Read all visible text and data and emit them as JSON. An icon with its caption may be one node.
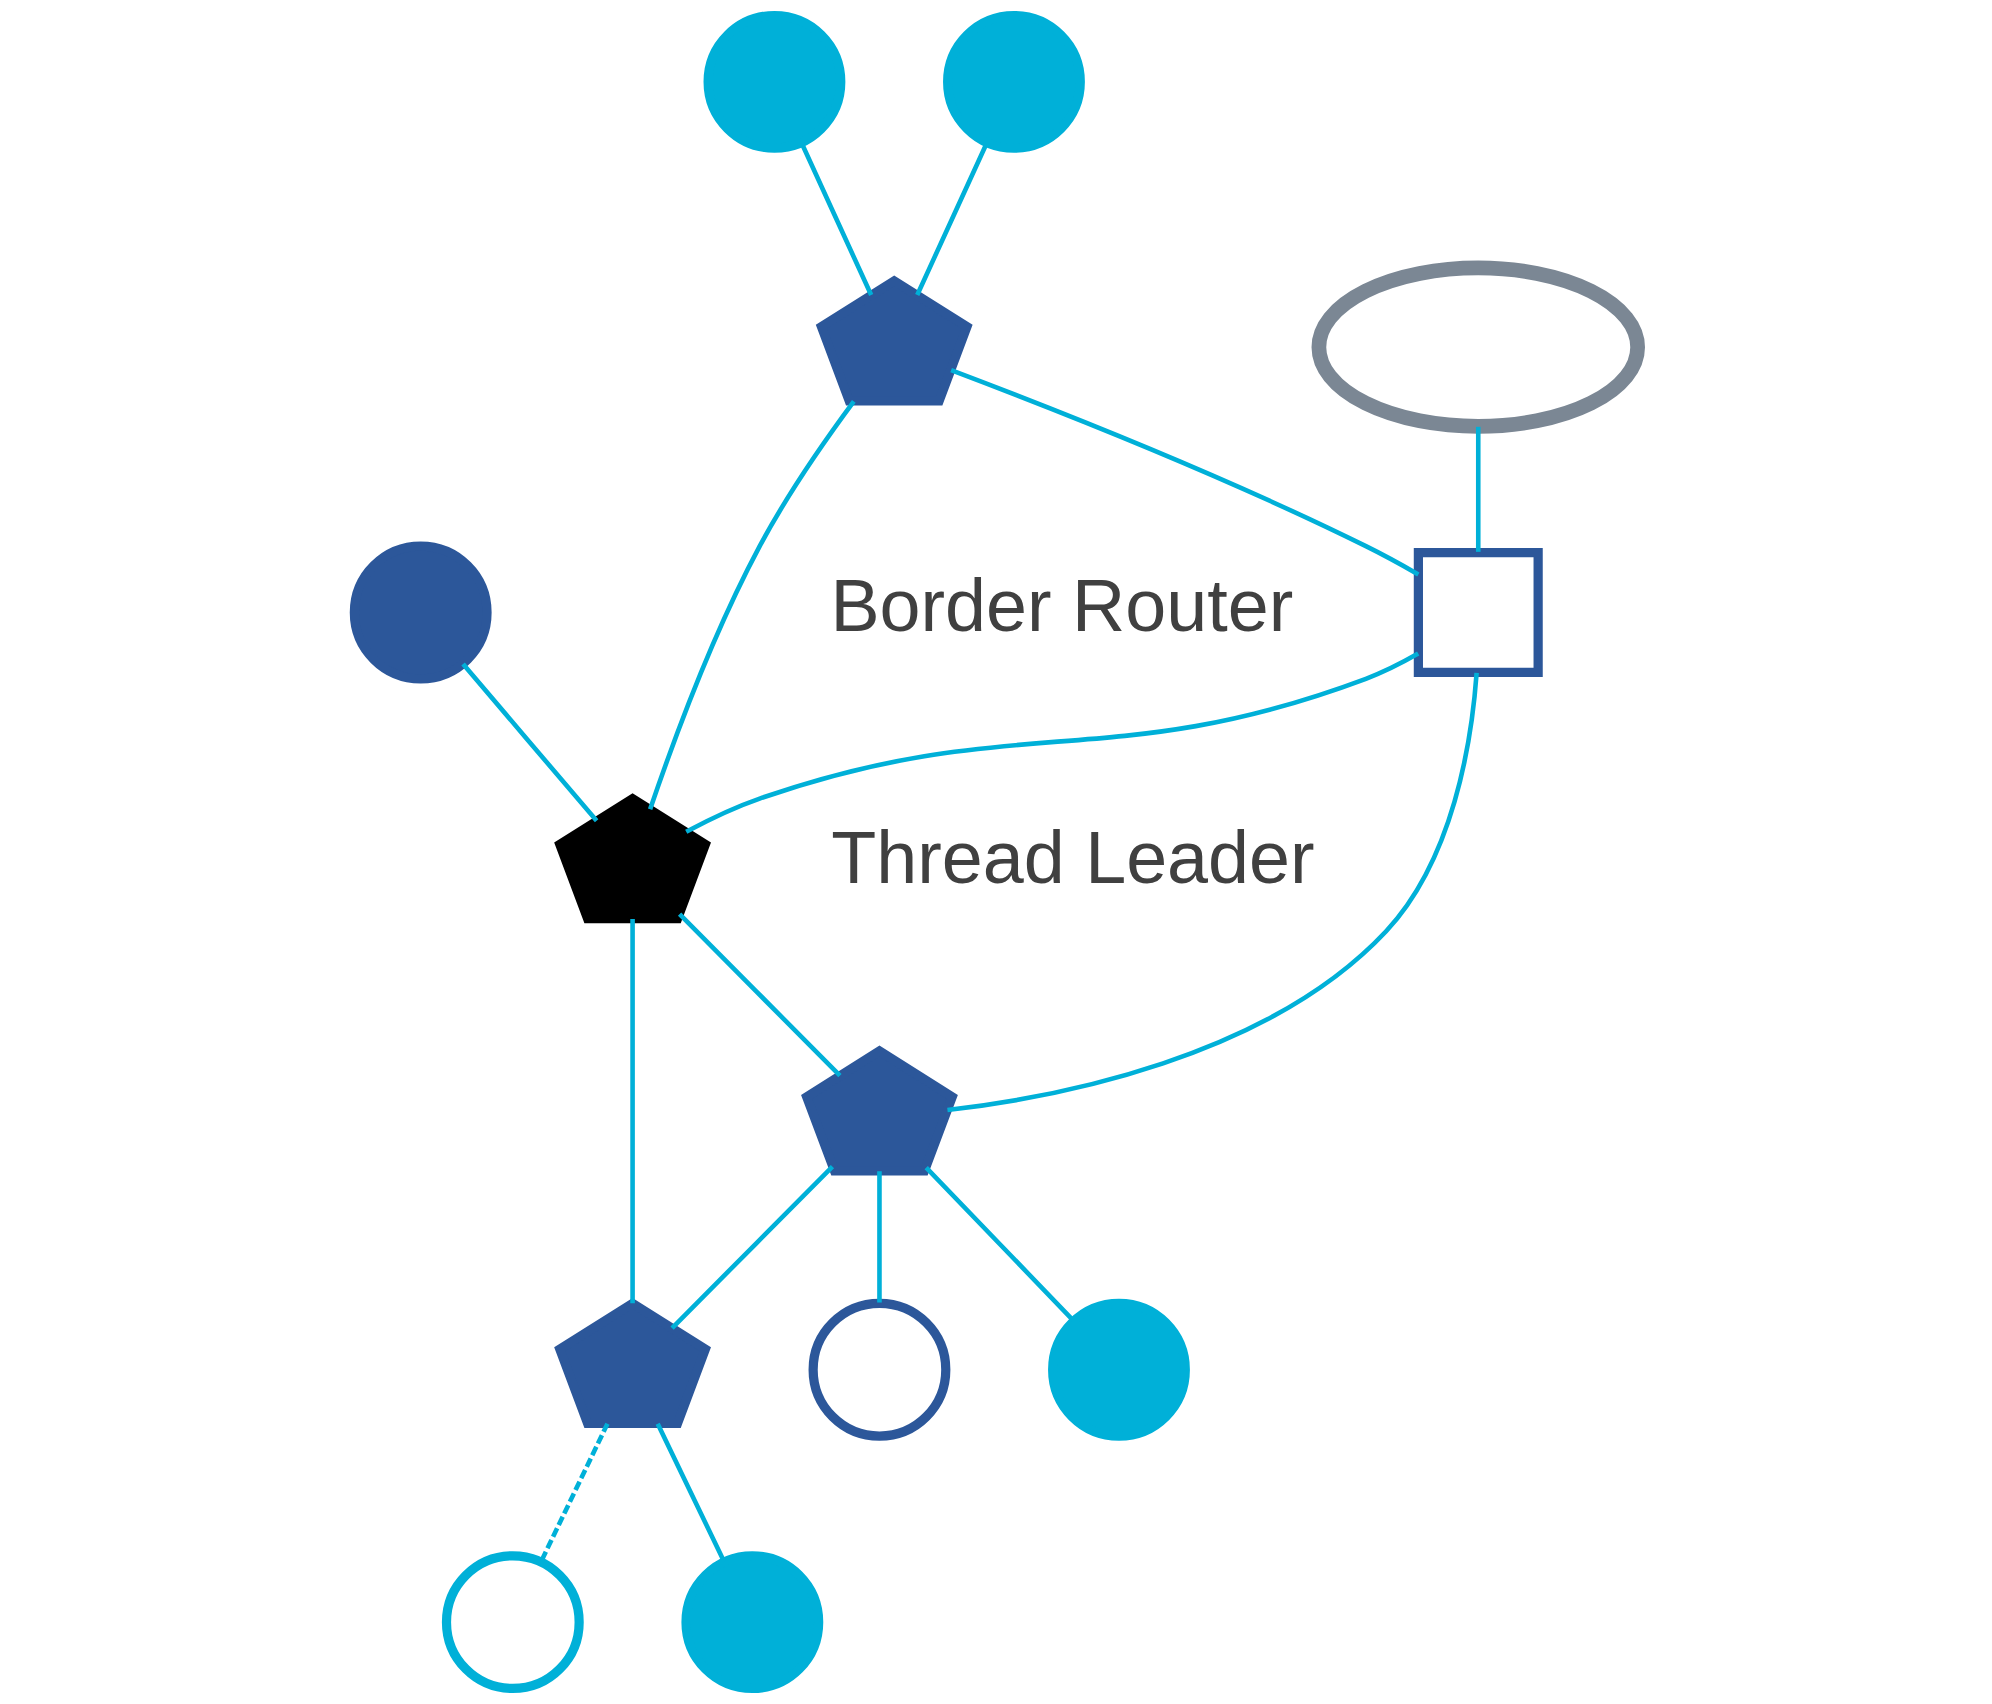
{
  "diagram": {
    "nodes": [
      {
        "text": [],
        "shape": "cloud"
      },
      {
        "text": [],
        "shape": "circle"
      },
      {
        "text": [],
        "shape": "circle"
      },
      {
        "text": [],
        "shape": "circle"
      },
      {
        "text": [],
        "shape": "pentagon"
      },
      {
        "text": [],
        "shape": "box",
        "beside": [
          "Border Router"
        ]
      },
      {
        "text": [],
        "shape": "pentagon",
        "beside": [
          "Thread Leader"
        ]
      },
      {
        "text": [],
        "shape": "circle"
      },
      {
        "text": [],
        "shape": "pentagon"
      },
      {
        "text": [],
        "shape": "pentagon"
      },
      {
        "text": [],
        "shape": "circle"
      },
      {
        "text": [],
        "shape": "circle"
      },
      {
        "text": [],
        "shape": "circle"
      }
    ],
    "edges": [
      {
        "from": 0,
        "to": 5,
        "arrow": "none"
      },
      {
        "from": 1,
        "to": 4,
        "arrow": "none"
      },
      {
        "from": 2,
        "to": 4,
        "arrow": "none"
      },
      {
        "from": 4,
        "to": 5,
        "arrow": "none"
      },
      {
        "from": 4,
        "to": 6,
        "arrow": "none"
      },
      {
        "from": 3,
        "to": 6,
        "arrow": "none"
      },
      {
        "from": 5,
        "to": 6,
        "arrow": "none"
      },
      {
        "from": 5,
        "to": 8,
        "arrow": "none"
      },
      {
        "from": 6,
        "to": 8,
        "arrow": "none"
      },
      {
        "from": 6,
        "to": 9,
        "arrow": "none"
      },
      {
        "from": 8,
        "to": 9,
        "arrow": "none"
      },
      {
        "from": 9,
        "to": 7,
        "arrow": "none",
        "style": "dashed"
      },
      {
        "from": 8,
        "to": 10,
        "arrow": "none"
      },
      {
        "from": 9,
        "to": 11,
        "arrow": "none"
      },
      {
        "from": 8,
        "to": 12,
        "arrow": "none"
      }
    ]
  }
}
